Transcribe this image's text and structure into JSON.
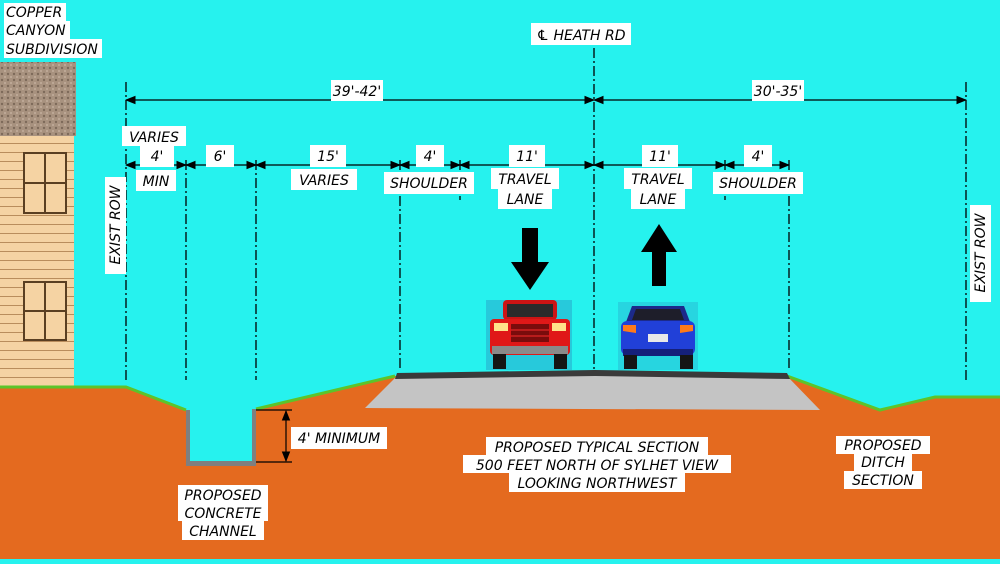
{
  "colors": {
    "sky": "#26f2ee",
    "ground": "#e46a1f",
    "grass": "#5cc42a",
    "pavement": "#c4c4c4",
    "asphalt": "#3a3a3a",
    "label_bg": "#ffffff",
    "house_wall": "#f4d0a0",
    "roof": "#a08a7a"
  },
  "subdivision": {
    "line1": "COPPER",
    "line2": "CANYON",
    "line3": "SUBDIVISION"
  },
  "centerline": {
    "label": "℄ HEATH RD"
  },
  "overall_dims": {
    "left": "39'-42'",
    "right": "30'-35'"
  },
  "segments": {
    "varies_label": "VARIES",
    "min_value": "4'",
    "min_label": "MIN",
    "channel_value": "6'",
    "berm_value": "15'",
    "berm_label": "VARIES",
    "shoulder_left_value": "4'",
    "shoulder_left_label": "SHOULDER",
    "lane_left_value": "11'",
    "lane_left_line1": "TRAVEL",
    "lane_left_line2": "LANE",
    "lane_right_value": "11'",
    "lane_right_line1": "TRAVEL",
    "lane_right_line2": "LANE",
    "shoulder_right_value": "4'",
    "shoulder_right_label": "SHOULDER"
  },
  "row": {
    "left": "EXIST ROW",
    "right": "EXIST ROW"
  },
  "channel_depth": "4' MINIMUM",
  "section_note": {
    "line1": "PROPOSED TYPICAL SECTION",
    "line2": "500 FEET NORTH OF SYLHET VIEW",
    "line3": "LOOKING NORTHWEST"
  },
  "ditch_note": {
    "line1": "PROPOSED",
    "line2": "DITCH",
    "line3": "SECTION"
  },
  "channel_note": {
    "line1": "PROPOSED",
    "line2": "CONCRETE",
    "line3": "CHANNEL"
  },
  "icons": {
    "down_arrow": "arrow-down-icon",
    "up_arrow": "arrow-up-icon",
    "red_truck": "red-truck-icon",
    "blue_car": "blue-car-icon"
  }
}
